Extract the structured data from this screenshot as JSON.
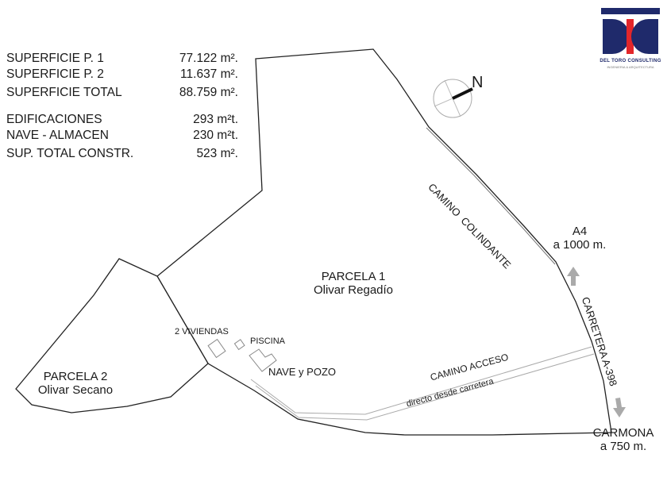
{
  "stats": [
    {
      "label": "SUPERFICIE P. 1",
      "value": "77.122  m².",
      "group": 1
    },
    {
      "label": "SUPERFICIE P. 2",
      "value": "11.637  m².",
      "group": 1
    },
    {
      "label": "SUPERFICIE TOTAL",
      "value": "88.759  m².",
      "group": 1
    },
    {
      "label": "EDIFICACIONES",
      "value": "293 m²t.",
      "group": 2
    },
    {
      "label": "NAVE - ALMACEN",
      "value": "230 m²t.",
      "group": 2
    },
    {
      "label": "SUP. TOTAL CONSTR.",
      "value": "523  m².",
      "group": 2
    }
  ],
  "logo": {
    "name": "DEL TORO CONSULTING",
    "subtitle": "INGENIERIA & ARQUITECTURA",
    "colors": {
      "blue": "#1f2a6b",
      "red": "#e3262a"
    }
  },
  "compass": {
    "label": "N"
  },
  "parcels": {
    "p1": {
      "name": "PARCELA 1",
      "use": "Olivar Regadío"
    },
    "p2": {
      "name": "PARCELA 2",
      "use": "Olivar Secano"
    }
  },
  "buildings": {
    "viviendas": "2 VIVIENDAS",
    "piscina": "PISCINA",
    "nave": "NAVE y POZO"
  },
  "roads": {
    "colindante": "CAMINO  COLINDANTE",
    "acceso": "CAMINO ACCESO",
    "acceso_sub": "directo desde carretera",
    "carretera": "CARRETERA A-398"
  },
  "destinations": {
    "a4": {
      "name": "A4",
      "distance": "a 1000 m."
    },
    "carmona": {
      "name": "CARMONA",
      "distance": "a 750 m."
    }
  }
}
